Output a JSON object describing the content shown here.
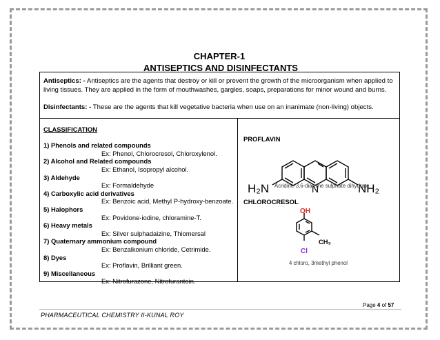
{
  "chapter": {
    "number": "CHAPTER-1",
    "title": "ANTISEPTICS AND DISINFECTANTS"
  },
  "definitions": {
    "antiseptics_term": "Antiseptics: -",
    "antiseptics_text": " Antiseptics are the agents that destroy or kill or prevent the growth of the microorganism when applied to living tissues. They are applied in the form of mouthwashes, gargles, soaps, preparations for minor wound and burns.",
    "disinfectants_term": "Disinfectants: -",
    "disinfectants_text": " These are the agents that kill vegetative bacteria when use on an inanimate (non-living) objects."
  },
  "classification": {
    "heading": "CLASSIFICATION",
    "items": [
      {
        "name": "1) Phenols and related compounds",
        "example": "Ex: Phenol, Chlorocresol, Chloroxylenol."
      },
      {
        "name": "2) Alcohol and Related compounds",
        "example": "Ex: Ethanol, Isopropyl alcohol."
      },
      {
        "name": "3) Aldehyde",
        "example": "Ex: Formaldehyde"
      },
      {
        "name": "4) Carboxylic acid derivatives",
        "example": "Ex: Benzoic acid, Methyl P-hydroxy-benzoate."
      },
      {
        "name": "5) Halophors",
        "example": "Ex: Povidone-iodine, chloramine-T."
      },
      {
        "name": "6) Heavy metals",
        "example": "Ex: Silver sulphadaizine, Thiomersal"
      },
      {
        "name": "7) Quaternary ammonium compound",
        "example": "Ex: Benzalkonium chloride, Cetrimide."
      },
      {
        "name": "8) Dyes",
        "example": "Ex: Proflavin, Brilliant green."
      },
      {
        "name": "9) Miscellaneous",
        "example": "Ex: Nitrofurazone, Nitrofurantoin."
      }
    ]
  },
  "structures": {
    "proflavin_label": "PROFLAVIN",
    "proflavin_left_group": "H₂N",
    "proflavin_ring_n": "N",
    "proflavin_right_group": "NH₂",
    "proflavin_caption": "Acridine-3,6-diamine sulphate dihydrate",
    "chlorocresol_label": "CHLOROCRESOL",
    "chlorocresol_oh": "OH",
    "chlorocresol_ch3": "CH₃",
    "chlorocresol_cl": "Cl",
    "chlorocresol_caption": "4 chloro, 3methyl phenol",
    "colors": {
      "oh": "#e02020",
      "cl": "#8a2be2",
      "bond": "#000000"
    }
  },
  "footer": {
    "page_prefix": "Page ",
    "page_current": "4",
    "page_sep": " of ",
    "page_total": "57",
    "course": "PHARMACEUTICAL CHEMISTRY II-KUNAL ROY"
  }
}
